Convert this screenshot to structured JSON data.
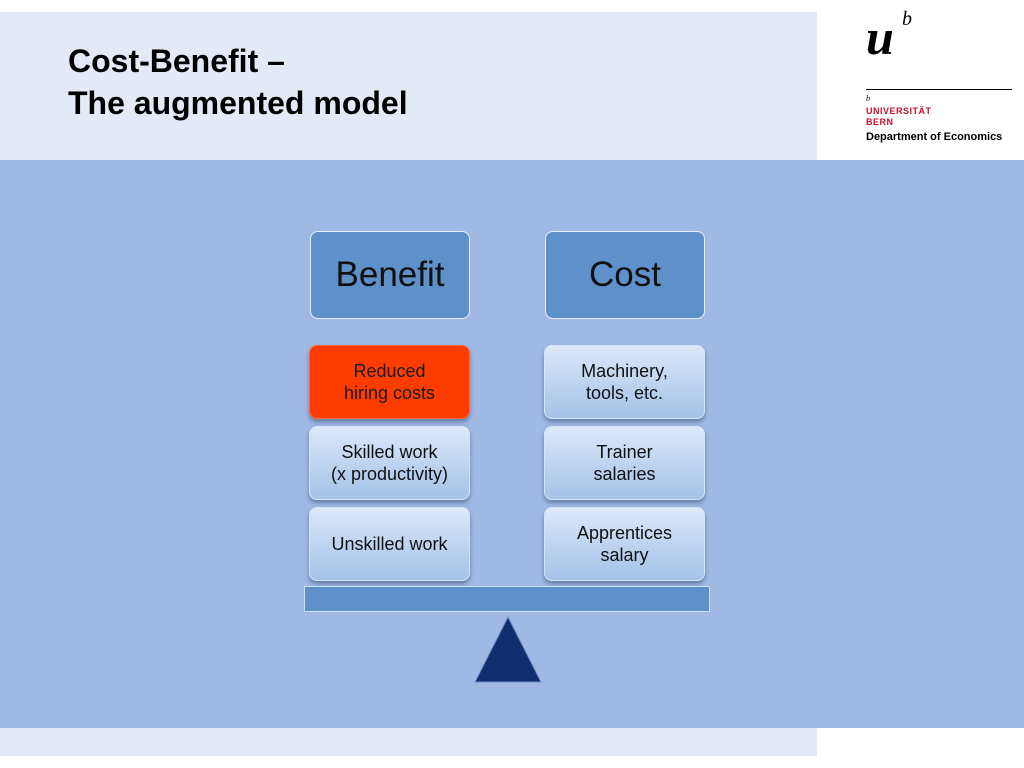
{
  "title": {
    "line1": "Cost-Benefit –",
    "line2": "The augmented model"
  },
  "logo": {
    "mark": "u",
    "superscript": "b",
    "small_b": "b",
    "university": "UNIVERSITÄT",
    "city": "BERN",
    "department": "Department of Economics"
  },
  "diagram": {
    "benefit": {
      "header": "Benefit",
      "items": [
        {
          "line1": "Reduced",
          "line2": "hiring costs"
        },
        {
          "line1": "Skilled work",
          "line2": "(x productivity)"
        },
        {
          "line1": "Unskilled work",
          "line2": ""
        }
      ]
    },
    "cost": {
      "header": "Cost",
      "items": [
        {
          "line1": "Machinery,",
          "line2": "tools, etc."
        },
        {
          "line1": "Trainer",
          "line2": "salaries"
        },
        {
          "line1": "Apprentices",
          "line2": "salary"
        }
      ]
    }
  },
  "colors": {
    "highlight": "#ff3c00",
    "header": "#5e90c9",
    "background": "#a0b9e4",
    "title_band": "#e3e9f7",
    "pivot": "#0f2f6e",
    "logo_red": "#c8102e"
  },
  "icons": {
    "pivot": "triangle-fulcrum-icon"
  }
}
